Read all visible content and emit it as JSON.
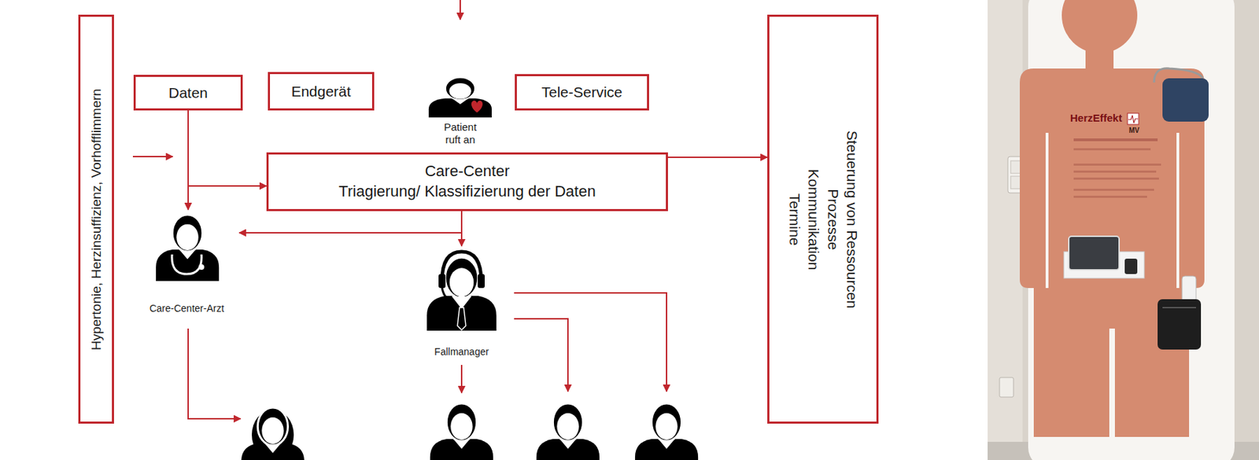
{
  "diagram": {
    "nodes": [
      {
        "text": [
          "Hypertonie, Herzinsuffizienz, Vorhofflimmern"
        ]
      },
      {
        "text": [
          "Daten"
        ]
      },
      {
        "text": [
          "Endgerät"
        ]
      },
      {
        "text": [
          "Patient ruft an"
        ]
      },
      {
        "text": [
          "Tele-Service"
        ]
      },
      {
        "text": [
          "Care-Center",
          "Triagierung/ Klassifizierung der Daten"
        ]
      },
      {
        "text": [
          "Steuerung von Ressourcen",
          "Prozesse",
          "Kommunikation",
          "Termine"
        ]
      },
      {
        "text": [
          "Care-Center-Arzt"
        ]
      },
      {
        "text": [
          "Fallmanager"
        ]
      }
    ],
    "edges": [
      {
        "from": 1,
        "to": 7,
        "arrow": "to"
      },
      {
        "from": 1,
        "to": 5,
        "arrow": "to"
      },
      {
        "from": 5,
        "to": 7,
        "arrow": "to"
      },
      {
        "from": 5,
        "to": 8,
        "arrow": "to"
      },
      {
        "from": 5,
        "to": 6,
        "arrow": "to"
      }
    ],
    "labels": [
      "HerzEffekt",
      "MV"
    ]
  }
}
